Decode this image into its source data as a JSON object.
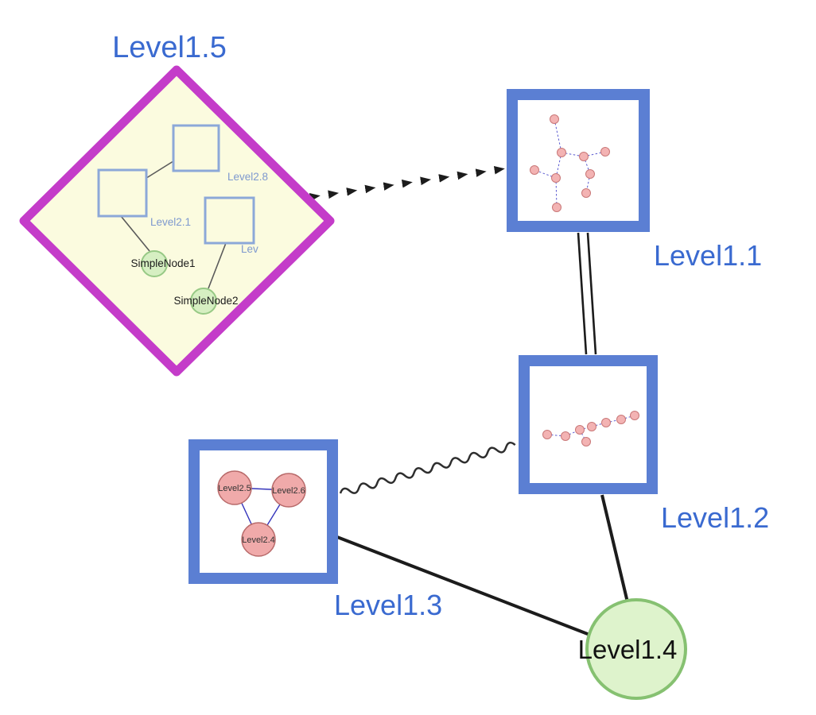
{
  "diagram": {
    "canvas_background": "#ffffff",
    "colors": {
      "label_blue": "#3a6ad0",
      "group_border_blue": "#5b7fd3",
      "diamond_magenta": "#c43cc9",
      "diamond_fill": "#fbfbdf",
      "green_node_fill": "#d6efc2",
      "green_node_border": "#97c985",
      "pink_node_fill": "#f0aaaa",
      "inner_edge_blue": "#5b5bd0",
      "edge_black": "#1c1c1c"
    },
    "level15": {
      "label": "Level1.5",
      "shape": "diamond-group",
      "squares": [
        {
          "label": "Level2.8"
        },
        {
          "label": "Level2.1"
        },
        {
          "label": "Lev"
        }
      ],
      "simple_nodes": [
        {
          "label": "SimpleNode1"
        },
        {
          "label": "SimpleNode2"
        }
      ]
    },
    "level11": {
      "label": "Level1.1",
      "shape": "square-group"
    },
    "level12": {
      "label": "Level1.2",
      "shape": "square-group"
    },
    "level13": {
      "label": "Level1.3",
      "shape": "square-group",
      "children": [
        {
          "label": "Level2.5"
        },
        {
          "label": "Level2.6"
        },
        {
          "label": "Level2.4"
        }
      ]
    },
    "level14": {
      "label": "Level1.4",
      "shape": "circle"
    }
  }
}
